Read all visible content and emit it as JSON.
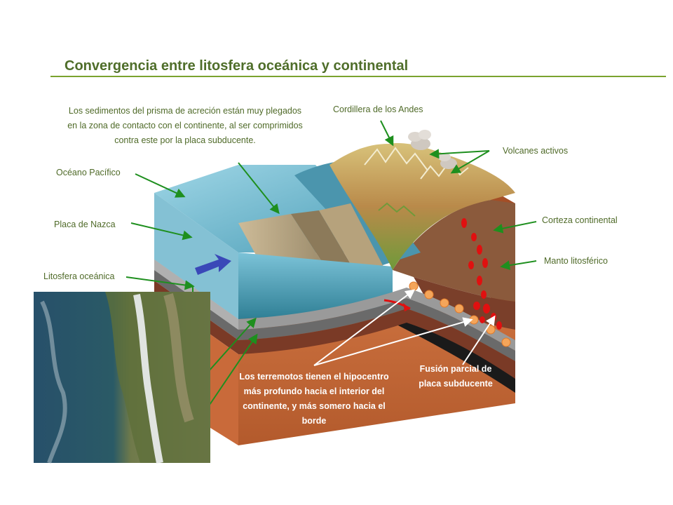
{
  "title": "Convergencia entre litosfera oceánica y continental",
  "labels": {
    "oceano_pacifico": "Océano Pacífico",
    "placa_nazca": "Placa de Nazca",
    "litosfera_oceanica": "Litosfera oceánica",
    "cordillera_andes": "Cordillera de los Andes",
    "volcanes_activos": "Volcanes activos",
    "corteza_continental": "Corteza continental",
    "manto_litosferico": "Manto litosférico"
  },
  "notes": {
    "sedimentos": "Los sedimentos del prisma de acreción están muy plegados en la zona de contacto con el continente, al ser comprimidos contra este por la placa subducente.",
    "terremotos": "Los terremotos tienen el hipocentro más profundo hacia el interior del continente, y más somero hacia el borde",
    "fusion": "Fusión parcial de placa subducente"
  },
  "colors": {
    "title": "#4f6e2a",
    "rule": "#7aa32e",
    "label_text": "#4f6a28",
    "leader_arrow": "#1e8f1e",
    "ocean_water": "#5fa9c2",
    "ocean_crust": "#8f8f8f",
    "mantle": "#c8693a",
    "continental_crust": "#8b5a3c",
    "earthquake_focus": "#f4a55a",
    "magma": "#e01010",
    "plate_motion": "#3a48b8"
  },
  "icons": {
    "plate_motion": "arrow-right-icon",
    "volcano_plume": "smoke-plume-icon",
    "earthquake_focus": "circle-icon",
    "magma": "drop-icon",
    "satellite_image": "satellite-photo-icon"
  }
}
